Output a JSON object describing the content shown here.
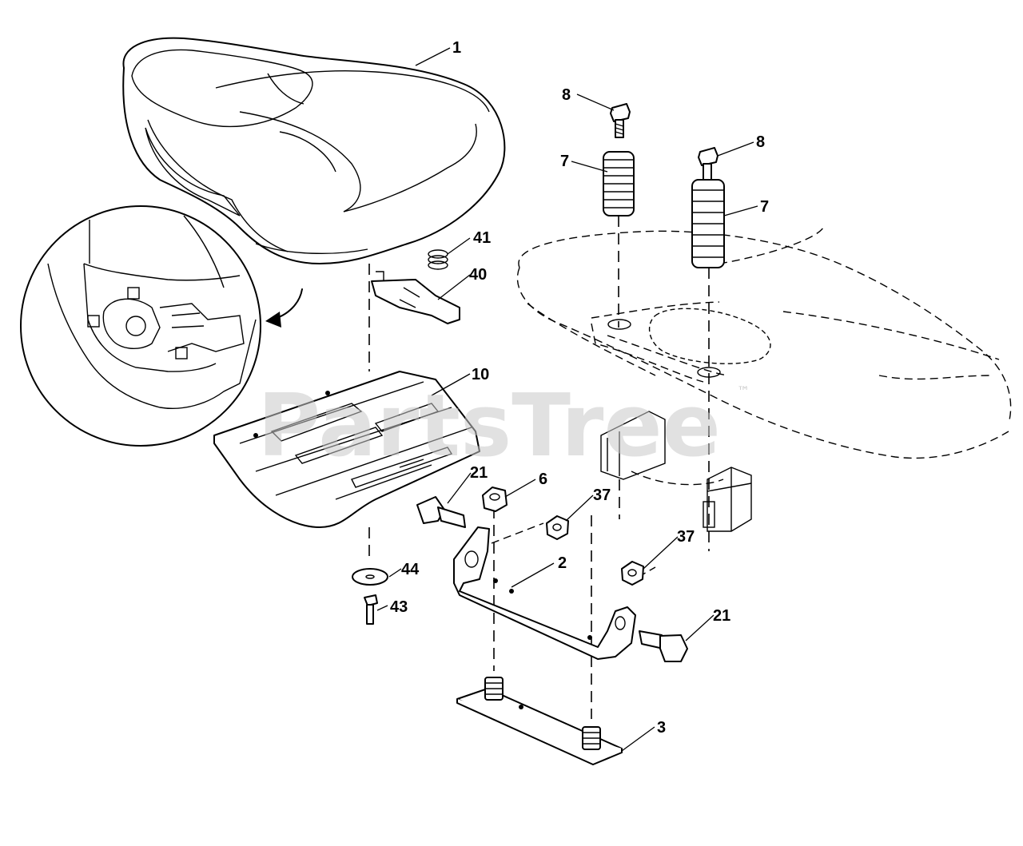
{
  "watermark": {
    "text": "PartsTree",
    "trademark": "™"
  },
  "callouts": [
    {
      "id": "c1",
      "label": "1"
    },
    {
      "id": "c8a",
      "label": "8"
    },
    {
      "id": "c8b",
      "label": "8"
    },
    {
      "id": "c7a",
      "label": "7"
    },
    {
      "id": "c7b",
      "label": "7"
    },
    {
      "id": "c41",
      "label": "41"
    },
    {
      "id": "c40",
      "label": "40"
    },
    {
      "id": "c10",
      "label": "10"
    },
    {
      "id": "c21a",
      "label": "21"
    },
    {
      "id": "c6",
      "label": "6"
    },
    {
      "id": "c37a",
      "label": "37"
    },
    {
      "id": "c37b",
      "label": "37"
    },
    {
      "id": "c2",
      "label": "2"
    },
    {
      "id": "c44",
      "label": "44"
    },
    {
      "id": "c43",
      "label": "43"
    },
    {
      "id": "c21b",
      "label": "21"
    },
    {
      "id": "c3",
      "label": "3"
    }
  ]
}
